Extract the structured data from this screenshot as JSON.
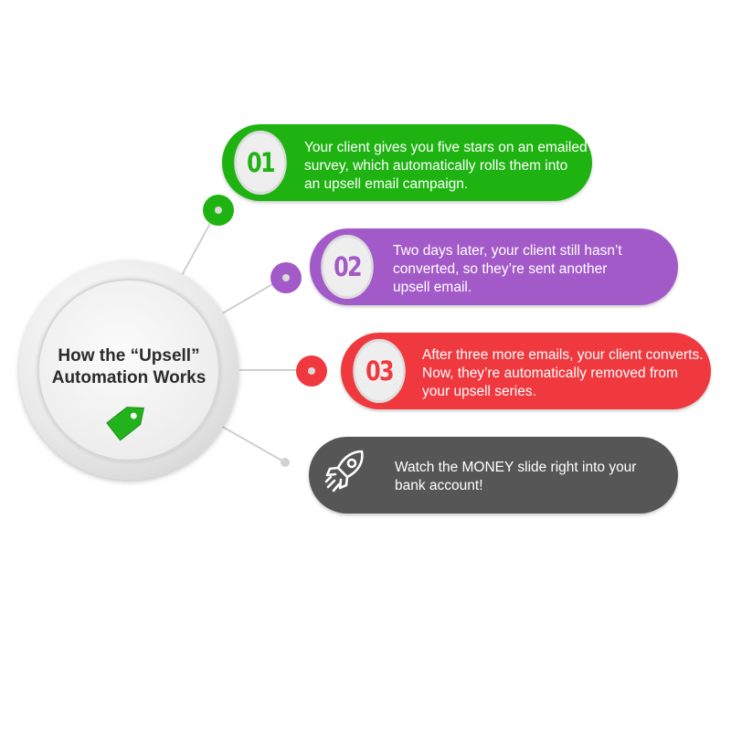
{
  "hub": {
    "title_lines": [
      "How the “Upsell”",
      "Automation Works"
    ],
    "icon": "price-tag-icon",
    "icon_color": "#22b21c"
  },
  "steps": [
    {
      "number": "01",
      "color": "#1fb312",
      "lines": [
        "Your client gives you five stars on an emailed",
        "survey, which automatically rolls them into",
        "an upsell email campaign."
      ]
    },
    {
      "number": "02",
      "color": "#a35ac9",
      "lines": [
        "Two days later, your client still hasn’t",
        "converted, so they’re sent another",
        "upsell email."
      ]
    },
    {
      "number": "03",
      "color": "#f0393f",
      "lines": [
        "After three more emails, your client converts.",
        "Now, they’re automatically removed from",
        "your upsell series."
      ]
    },
    {
      "icon": "rocket-icon",
      "color": "#565656",
      "lines": [
        "Watch the MONEY slide right into your",
        "bank account!"
      ]
    }
  ]
}
